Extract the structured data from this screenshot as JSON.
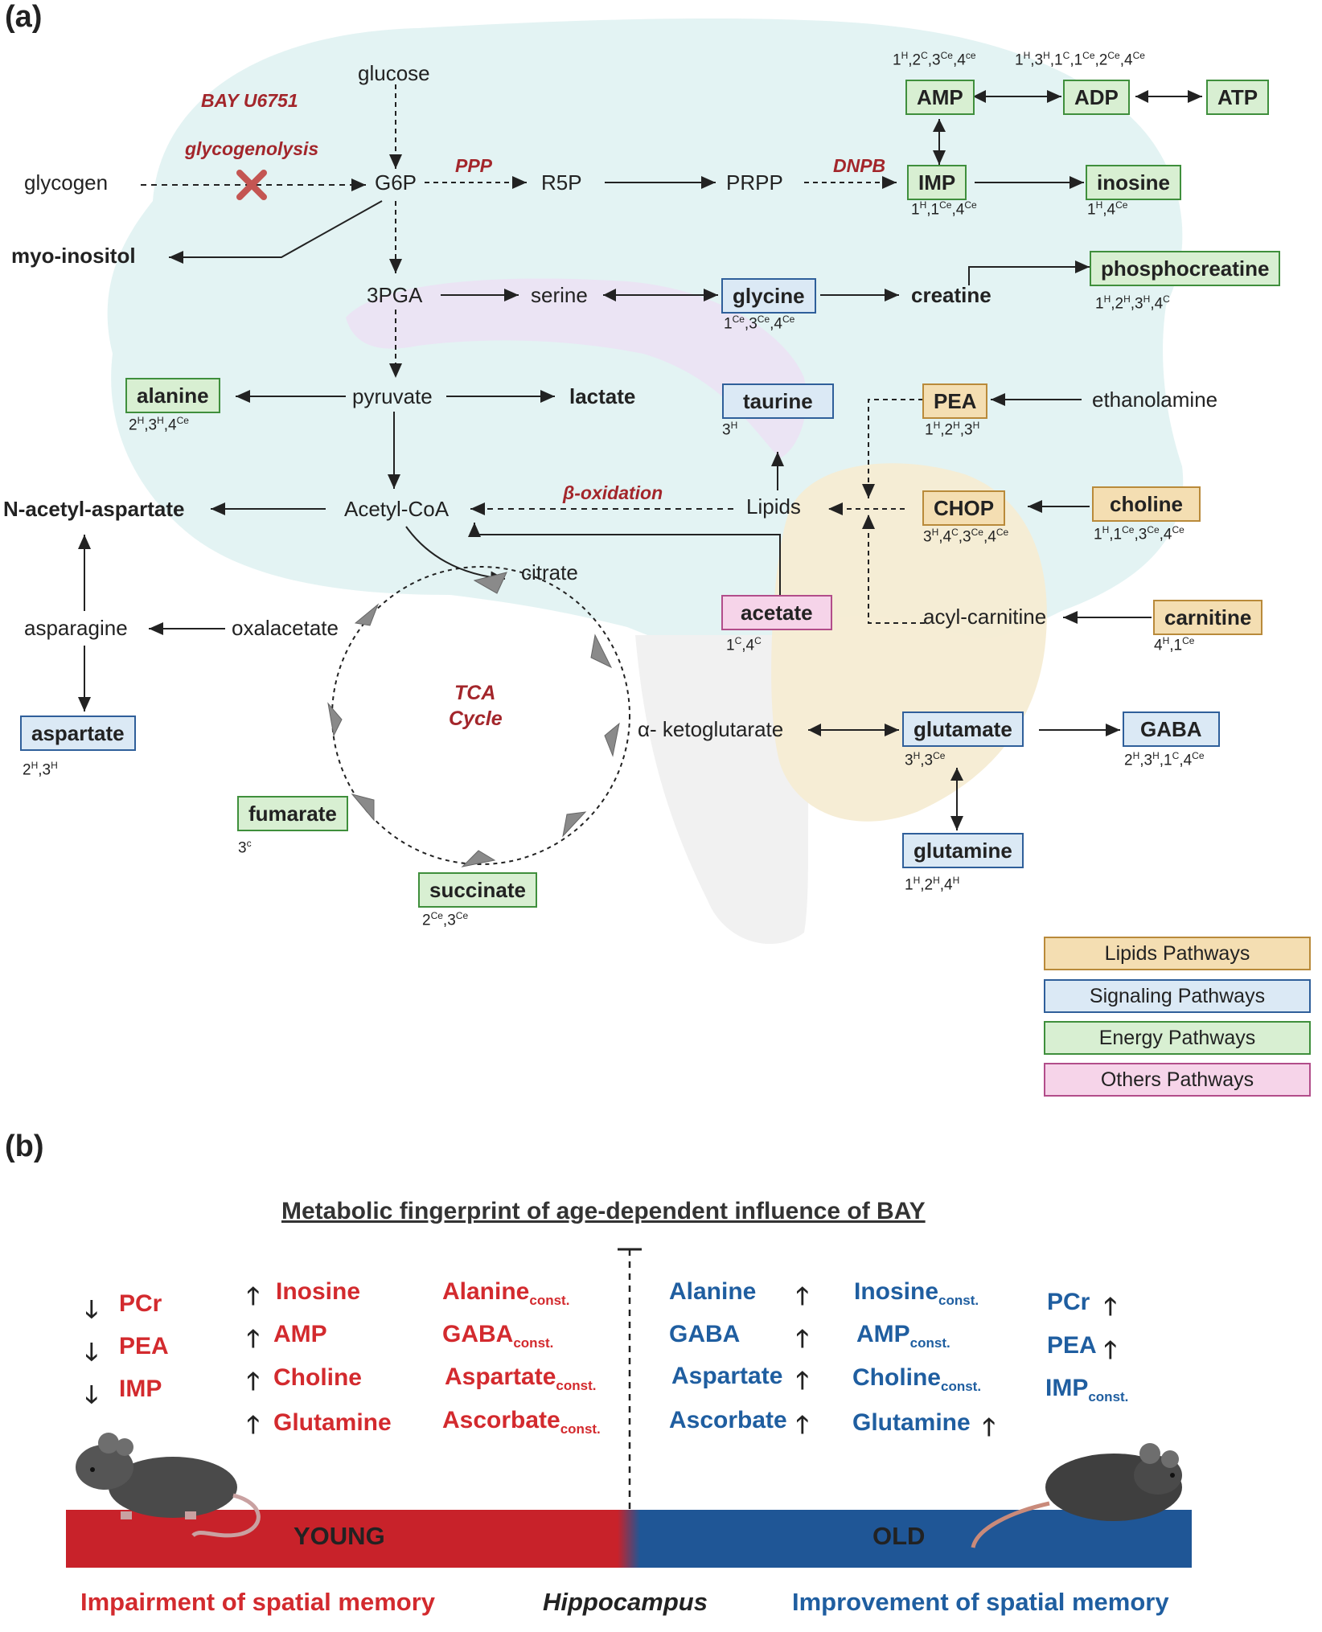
{
  "panel_a": {
    "label": "(a)",
    "inhibitor": "BAY U6751",
    "glycogenolysis": "glycogenolysis",
    "ppp": "PPP",
    "dnpb": "DNPB",
    "beta_oxidation": "β-oxidation",
    "tca": [
      "TCA",
      "Cycle"
    ],
    "nodes": {
      "glucose": "glucose",
      "glycogen": "glycogen",
      "g6p": "G6P",
      "r5p": "R5P",
      "prpp": "PRPP",
      "myo_inositol": "myo-inositol",
      "pga3": "3PGA",
      "serine": "serine",
      "creatine": "creatine",
      "pyruvate": "pyruvate",
      "lactate": "lactate",
      "ethanolamine": "ethanolamine",
      "naa": "N-acetyl-aspartate",
      "acetyl_coa": "Acetyl-CoA",
      "lipids": "Lipids",
      "citrate": "citrate",
      "asparagine": "asparagine",
      "oxalacetate": "oxalacetate",
      "acyl_carnitine": "acyl-carnitine",
      "akg": "α- ketoglutarate"
    },
    "boxes": {
      "amp": {
        "label": "AMP",
        "sub": "1<sup>H</sup>,2<sup>C</sup>,3<sup>Ce</sup>,4<sup>ce</sup>"
      },
      "adp": {
        "label": "ADP",
        "sub": "1<sup>H</sup>,3<sup>H</sup>,1<sup>C</sup>,1<sup>Ce</sup>,2<sup>Ce</sup>,4<sup>Ce</sup>"
      },
      "atp": {
        "label": "ATP",
        "sub": ""
      },
      "imp": {
        "label": "IMP",
        "sub": "1<sup>H</sup>,1<sup>Ce</sup>,4<sup>Ce</sup>"
      },
      "inosine": {
        "label": "inosine",
        "sub": "1<sup>H</sup>,4<sup>Ce</sup>"
      },
      "phosphocreatine": {
        "label": "phosphocreatine",
        "sub": "1<sup>H</sup>,2<sup>H</sup>,3<sup>H</sup>,4<sup>C</sup>"
      },
      "glycine": {
        "label": "glycine",
        "sub": "1<sup>Ce</sup>,3<sup>Ce</sup>,4<sup>Ce</sup>"
      },
      "alanine": {
        "label": "alanine",
        "sub": "2<sup>H</sup>,3<sup>H</sup>,4<sup>Ce</sup>"
      },
      "taurine": {
        "label": "taurine",
        "sub": "3<sup>H</sup>"
      },
      "pea": {
        "label": "PEA",
        "sub": "1<sup>H</sup>,2<sup>H</sup>,3<sup>H</sup>"
      },
      "chop": {
        "label": "CHOP",
        "sub": "3<sup>H</sup>,4<sup>C</sup>,3<sup>Ce</sup>,4<sup>Ce</sup>"
      },
      "choline": {
        "label": "choline",
        "sub": "1<sup>H</sup>,1<sup>Ce</sup>,3<sup>Ce</sup>,4<sup>Ce</sup>"
      },
      "acetate": {
        "label": "acetate",
        "sub": "1<sup>C</sup>,4<sup>C</sup>"
      },
      "carnitine": {
        "label": "carnitine",
        "sub": "4<sup>H</sup>,1<sup>Ce</sup>"
      },
      "aspartate": {
        "label": "aspartate",
        "sub": "2<sup>H</sup>,3<sup>H</sup>"
      },
      "glutamate": {
        "label": "glutamate",
        "sub": "3<sup>H</sup>,3<sup>Ce</sup>"
      },
      "gaba": {
        "label": "GABA",
        "sub": "2<sup>H</sup>,3<sup>H</sup>,1<sup>C</sup>,4<sup>Ce</sup>"
      },
      "glutamine": {
        "label": "glutamine",
        "sub": "1<sup>H</sup>,2<sup>H</sup>,4<sup>H</sup>"
      },
      "fumarate": {
        "label": "fumarate",
        "sub": "3<sup>c</sup>"
      },
      "succinate": {
        "label": "succinate",
        "sub": "2<sup>Ce</sup>,3<sup>Ce</sup>"
      }
    },
    "legend": [
      "Lipids Pathways",
      "Signaling Pathways",
      "Energy Pathways",
      "Others Pathways"
    ],
    "colors": {
      "lipids": "#f4deb2",
      "signaling": "#dbe9f5",
      "energy": "#d8efd2",
      "others": "#f6d4e9",
      "pathway_red": "#a3262b"
    }
  },
  "panel_b": {
    "label": "(b)",
    "title": "Metabolic fingerprint of age-dependent influence of BAY",
    "young": {
      "down": [
        "PCr",
        "PEA",
        "IMP"
      ],
      "up": [
        "Inosine",
        "AMP",
        "Choline",
        "Glutamine"
      ],
      "const": [
        "Alanine",
        "GABA",
        "Aspartate",
        "Ascorbate"
      ],
      "bar_label": "YOUNG",
      "caption": "Impairment of spatial memory"
    },
    "old": {
      "up": [
        "Alanine",
        "GABA",
        "Aspartate",
        "Ascorbate"
      ],
      "mixed": [
        {
          "name": "Inosine",
          "suffix": "const."
        },
        {
          "name": "AMP",
          "suffix": "const."
        },
        {
          "name": "Choline",
          "suffix": "const."
        },
        {
          "name": "Glutamine",
          "suffix": ""
        }
      ],
      "right": [
        {
          "name": "PCr",
          "suffix": ""
        },
        {
          "name": "PEA",
          "suffix": ""
        },
        {
          "name": "IMP",
          "suffix": "const."
        }
      ],
      "bar_label": "OLD",
      "caption": "Improvement of spatial memory"
    },
    "const_suffix": "const.",
    "center_caption": "Hippocampus",
    "colors": {
      "young": "#c8222a",
      "old": "#1f5696",
      "young_text": "#d32a2e",
      "old_text": "#1f5ea0"
    }
  }
}
